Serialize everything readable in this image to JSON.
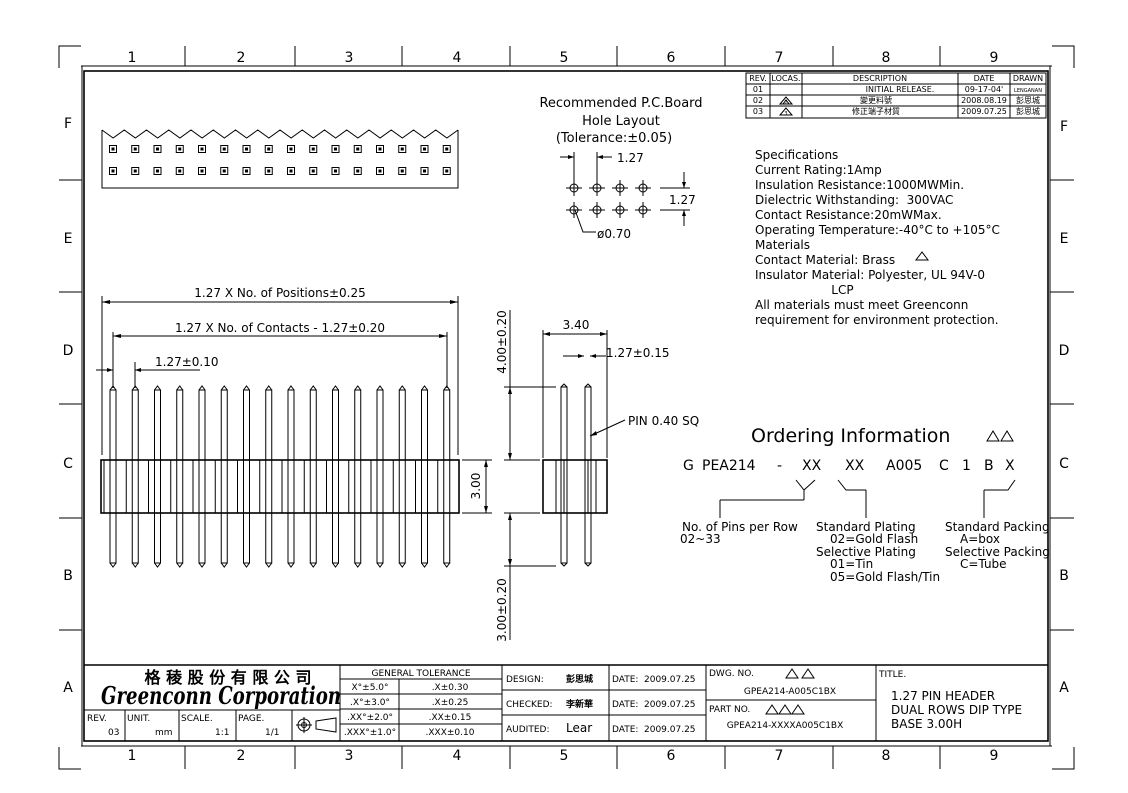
{
  "border": {
    "columns": [
      "1",
      "2",
      "3",
      "4",
      "5",
      "6",
      "7",
      "8",
      "9"
    ],
    "rows": [
      "F",
      "E",
      "D",
      "C",
      "B",
      "A"
    ]
  },
  "pcb_layout": {
    "title_line1": "Recommended P.C.Board",
    "title_line2": "Hole Layout",
    "title_line3": "(Tolerance:±0.05)",
    "pitch_h": "1.27",
    "pitch_v": "1.27",
    "hole_dia": "ø0.70"
  },
  "revision_table": {
    "headers": [
      "REV.",
      "LOCAS.",
      "DESCRIPTION",
      "DATE",
      "DRAWN"
    ],
    "rows": [
      {
        "rev": "01",
        "locas": "",
        "desc": "INITIAL RELEASE.",
        "date": "09-17-04'",
        "drawn": "LENGANAN"
      },
      {
        "rev": "02",
        "locas": "2",
        "desc": "變更料號",
        "date": "2008.08.19",
        "drawn": "彭思城"
      },
      {
        "rev": "03",
        "locas": "3",
        "desc": "修正端子材質",
        "date": "2009.07.25",
        "drawn": "彭思城"
      }
    ]
  },
  "specifications": {
    "title": "Specifications",
    "lines": [
      "Current Rating:1Amp",
      "Insulation Resistance:1000MWMin.",
      "Dielectric Withstanding:  300VAC",
      "Contact Resistance:20mWMax.",
      "Operating Temperature:-40°C to +105°C",
      "Materials",
      "Contact Material: Brass",
      "Insulator Material: Polyester, UL 94V-0",
      "                    LCP",
      "All materials must meet Greenconn",
      "requirement for environment protection."
    ]
  },
  "front_view": {
    "dim_positions": "1.27 X No. of Positions±0.25",
    "dim_contacts": "1.27 X No. of Contacts - 1.27±0.20",
    "dim_pitch": "1.27±0.10",
    "dim_height": "3.00",
    "pin_count": 16
  },
  "side_view": {
    "dim_width": "3.40",
    "dim_upper": "4.00±0.20",
    "dim_lower": "3.00±0.20",
    "dim_pitch": "1.27±0.15",
    "pin_note": "PIN 0.40 SQ"
  },
  "ordering": {
    "title": "Ordering Information",
    "code": [
      "G",
      "PEA214",
      "-",
      "XX",
      "XX",
      "A005",
      "C",
      "1",
      "B",
      "X"
    ],
    "pins_label": "No. of Pins per Row",
    "pins_range": "02~33",
    "plating_title": "Standard Plating",
    "plating_gold": "02=Gold Flash",
    "selective_title": "Selective Plating",
    "selective_tin": "01=Tin",
    "selective_gold": "05=Gold Flash/Tin",
    "packing_title": "Standard Packing",
    "packing_box": "A=box",
    "sel_packing_title": "Selective Packing",
    "packing_tube": "C=Tube"
  },
  "title_block": {
    "company_cn": "格 稜 股 份 有 限 公 司",
    "company_en": "Greenconn Corporation",
    "rev_label": "REV.",
    "rev_value": "03",
    "unit_label": "UNIT.",
    "unit_value": "mm",
    "scale_label": "SCALE.",
    "scale_value": "1:1",
    "page_label": "PAGE.",
    "page_value": "1/1",
    "tolerance_title": "GENERAL TOLERANCE",
    "tolerance_rows": [
      [
        "X°±5.0°",
        ".X±0.30"
      ],
      [
        ".X°±3.0°",
        ".X±0.25"
      ],
      [
        ".XX°±2.0°",
        ".XX±0.15"
      ],
      [
        ".XXX°±1.0°",
        ".XXX±0.10"
      ]
    ],
    "design_label": "DESIGN:",
    "design_name": "彭思城",
    "checked_label": "CHECKED:",
    "checked_name": "李新華",
    "audited_label": "AUDITED:",
    "audited_name": "Lear",
    "date_label": "DATE:",
    "date_value": "2009.07.25",
    "dwg_label": "DWG. NO.",
    "dwg_value": "GPEA214-A005C1BX",
    "part_label": "PART NO.",
    "part_value": "GPEA214-XXXXA005C1BX",
    "title_label": "TITLE.",
    "title_lines": [
      "1.27 PIN HEADER",
      "DUAL ROWS DIP TYPE",
      "BASE 3.00H"
    ]
  }
}
